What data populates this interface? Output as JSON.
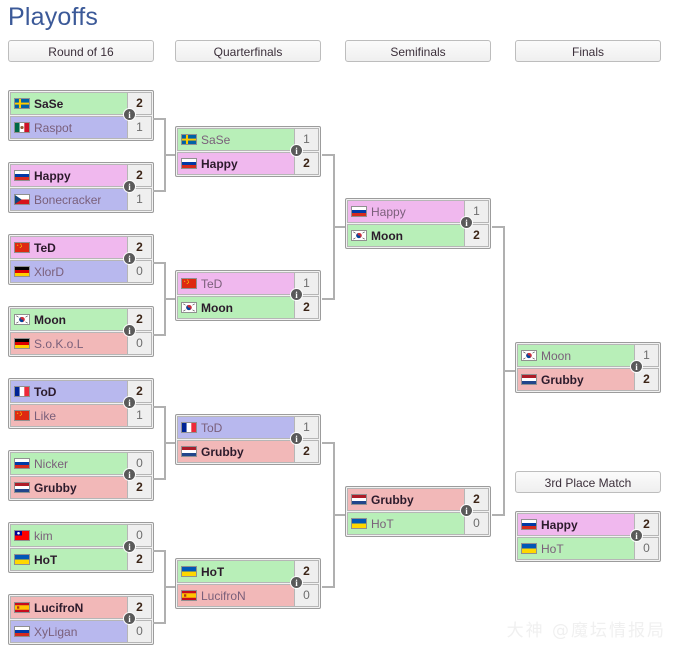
{
  "page": {
    "title": "Playoffs",
    "watermark": "大神 @魔坛情报局"
  },
  "rounds": [
    {
      "id": "round-of-16",
      "label": "Round of 16"
    },
    {
      "id": "quarterfinals",
      "label": "Quarterfinals"
    },
    {
      "id": "semifinals",
      "label": "Semifinals"
    },
    {
      "id": "finals",
      "label": "Finals"
    },
    {
      "id": "third-place",
      "label": "3rd Place Match"
    }
  ],
  "info_badge_label": "i",
  "colors": {
    "title": "#3b5998",
    "nightelf": "#b8efb8",
    "orc": "#f2b8b8",
    "human": "#b8b8ee",
    "undead": "#f0b8ee",
    "connector": "#b0b0b0",
    "header_border": "#bdbdbd"
  },
  "matches": {
    "r16_1": {
      "top": {
        "name": "SaSe",
        "flag": "sweden",
        "score": "2",
        "race": "ne",
        "winner": true
      },
      "bot": {
        "name": "Raspot",
        "flag": "mexico",
        "score": "1",
        "race": "hu",
        "winner": false
      }
    },
    "r16_2": {
      "top": {
        "name": "Happy",
        "flag": "russia",
        "score": "2",
        "race": "ud",
        "winner": true
      },
      "bot": {
        "name": "Bonecracker",
        "flag": "czechia",
        "score": "1",
        "race": "hu",
        "winner": false
      }
    },
    "r16_3": {
      "top": {
        "name": "TeD",
        "flag": "china",
        "score": "2",
        "race": "ud",
        "winner": true
      },
      "bot": {
        "name": "XlorD",
        "flag": "germany",
        "score": "0",
        "race": "hu",
        "winner": false
      }
    },
    "r16_4": {
      "top": {
        "name": "Moon",
        "flag": "southkorea",
        "score": "2",
        "race": "ne",
        "winner": true
      },
      "bot": {
        "name": "S.o.K.o.L",
        "flag": "germany",
        "score": "0",
        "race": "orc",
        "winner": false
      }
    },
    "r16_5": {
      "top": {
        "name": "ToD",
        "flag": "france",
        "score": "2",
        "race": "hu",
        "winner": true
      },
      "bot": {
        "name": "Like",
        "flag": "china",
        "score": "1",
        "race": "orc",
        "winner": false
      }
    },
    "r16_6": {
      "top": {
        "name": "Nicker",
        "flag": "russia",
        "score": "0",
        "race": "ne",
        "winner": false
      },
      "bot": {
        "name": "Grubby",
        "flag": "netherlands",
        "score": "2",
        "race": "orc",
        "winner": true
      }
    },
    "r16_7": {
      "top": {
        "name": "kim",
        "flag": "taiwan",
        "score": "0",
        "race": "ne",
        "winner": false
      },
      "bot": {
        "name": "HoT",
        "flag": "ukraine",
        "score": "2",
        "race": "ne",
        "winner": true
      }
    },
    "r16_8": {
      "top": {
        "name": "LucifroN",
        "flag": "spain",
        "score": "2",
        "race": "orc",
        "winner": true
      },
      "bot": {
        "name": "XyLigan",
        "flag": "russia",
        "score": "0",
        "race": "hu",
        "winner": false
      }
    },
    "qf_1": {
      "top": {
        "name": "SaSe",
        "flag": "sweden",
        "score": "1",
        "race": "ne",
        "winner": false
      },
      "bot": {
        "name": "Happy",
        "flag": "russia",
        "score": "2",
        "race": "ud",
        "winner": true
      }
    },
    "qf_2": {
      "top": {
        "name": "TeD",
        "flag": "china",
        "score": "1",
        "race": "ud",
        "winner": false
      },
      "bot": {
        "name": "Moon",
        "flag": "southkorea",
        "score": "2",
        "race": "ne",
        "winner": true
      }
    },
    "qf_3": {
      "top": {
        "name": "ToD",
        "flag": "france",
        "score": "1",
        "race": "hu",
        "winner": false
      },
      "bot": {
        "name": "Grubby",
        "flag": "netherlands",
        "score": "2",
        "race": "orc",
        "winner": true
      }
    },
    "qf_4": {
      "top": {
        "name": "HoT",
        "flag": "ukraine",
        "score": "2",
        "race": "ne",
        "winner": true
      },
      "bot": {
        "name": "LucifroN",
        "flag": "spain",
        "score": "0",
        "race": "orc",
        "winner": false
      }
    },
    "sf_1": {
      "top": {
        "name": "Happy",
        "flag": "russia",
        "score": "1",
        "race": "ud",
        "winner": false
      },
      "bot": {
        "name": "Moon",
        "flag": "southkorea",
        "score": "2",
        "race": "ne",
        "winner": true
      }
    },
    "sf_2": {
      "top": {
        "name": "Grubby",
        "flag": "netherlands",
        "score": "2",
        "race": "orc",
        "winner": true
      },
      "bot": {
        "name": "HoT",
        "flag": "ukraine",
        "score": "0",
        "race": "ne",
        "winner": false
      }
    },
    "final": {
      "top": {
        "name": "Moon",
        "flag": "southkorea",
        "score": "1",
        "race": "ne",
        "winner": false
      },
      "bot": {
        "name": "Grubby",
        "flag": "netherlands",
        "score": "2",
        "race": "orc",
        "winner": true
      }
    },
    "third": {
      "top": {
        "name": "Happy",
        "flag": "russia",
        "score": "2",
        "race": "ud",
        "winner": true
      },
      "bot": {
        "name": "HoT",
        "flag": "ukraine",
        "score": "0",
        "race": "ne",
        "winner": false
      }
    }
  }
}
